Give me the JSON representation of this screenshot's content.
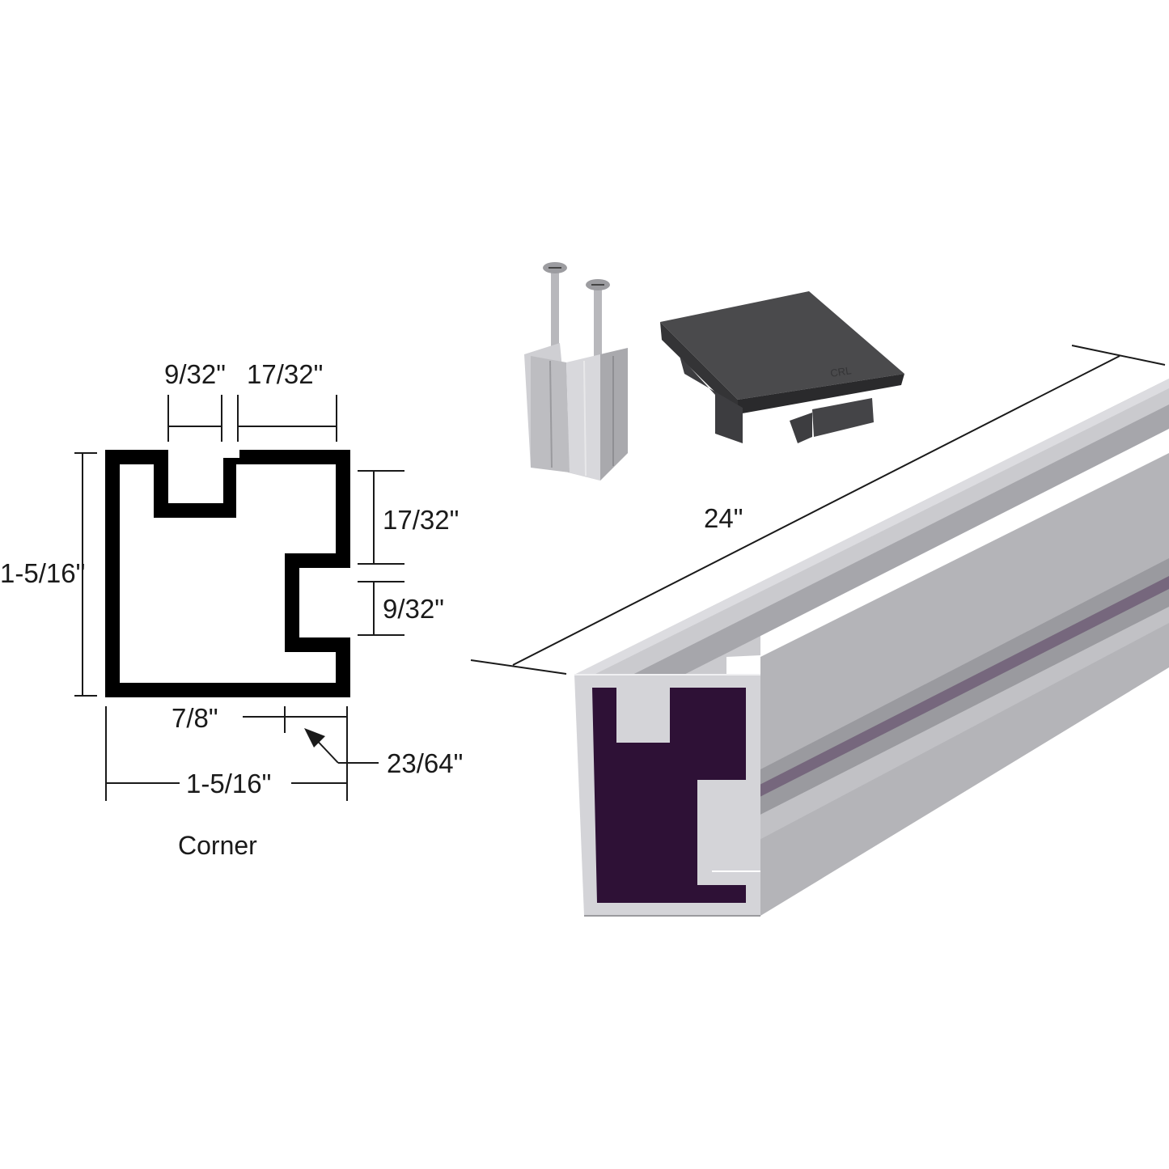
{
  "profile_drawing": {
    "top_gap_width": "9/32\"",
    "top_right_width": "17/32\"",
    "right_upper_height": "17/32\"",
    "right_gap_height": "9/32\"",
    "overall_height": "1-5/16\"",
    "bottom_left_width": "7/8\"",
    "overall_width": "1-5/16\"",
    "wall_thickness": "23/64\"",
    "caption": "Corner"
  },
  "product_photo": {
    "length_label": "24\"",
    "end_cap_embossing": "CRL"
  },
  "colors": {
    "profile_outline": "#000000",
    "aluminum": "#c4c4c8",
    "aluminum_shadow": "#9d9ea3",
    "interior_purple": "#2e1136",
    "end_cap": "#4a4a4c",
    "dimension_ink": "#1a1a1a"
  }
}
